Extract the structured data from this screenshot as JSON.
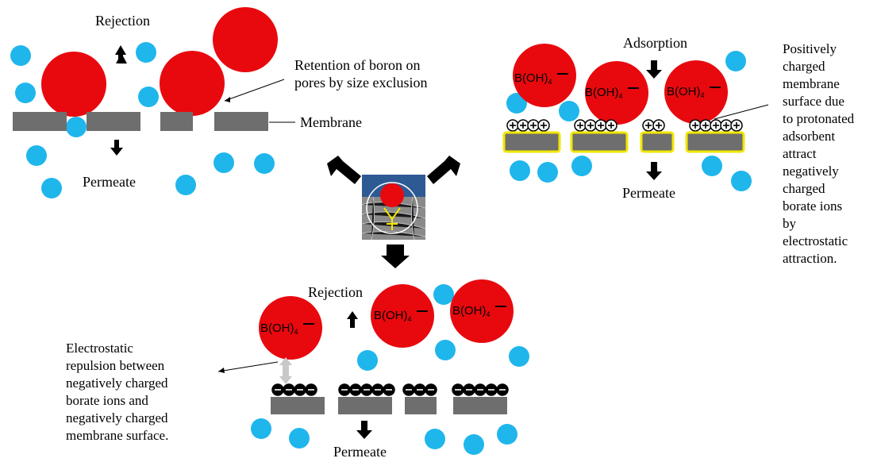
{
  "panel_size": {
    "rejection": "Rejection",
    "retention": "Retention of boron on\npores by size exclusion",
    "membrane": "Membrane",
    "permeate": "Permeate"
  },
  "panel_adsorption": {
    "adsorption": "Adsorption",
    "permeate": "Permeate",
    "positive_note": "Positively\ncharged\nmembrane\nsurface due\nto protonated\nadsorbent\nattract\nnegatively\ncharged\nborate ions\nby\nelectrostatic\nattraction.",
    "ion_main": "B(OH)",
    "ion_sub": "4"
  },
  "panel_repulsion": {
    "rejection": "Rejection",
    "permeate": "Permeate",
    "repulsion_note": "Electrostatic\nrepulsion between\nnegatively charged\nborate ions and\nnegatively charged\nmembrane surface.",
    "ion_main": "B(OH)",
    "ion_sub": "4"
  },
  "colors": {
    "boron": "#e8090e",
    "water": "#1fb6ec",
    "membrane": "#6e6e6e",
    "adsorbent_outline": "#f2e600"
  }
}
